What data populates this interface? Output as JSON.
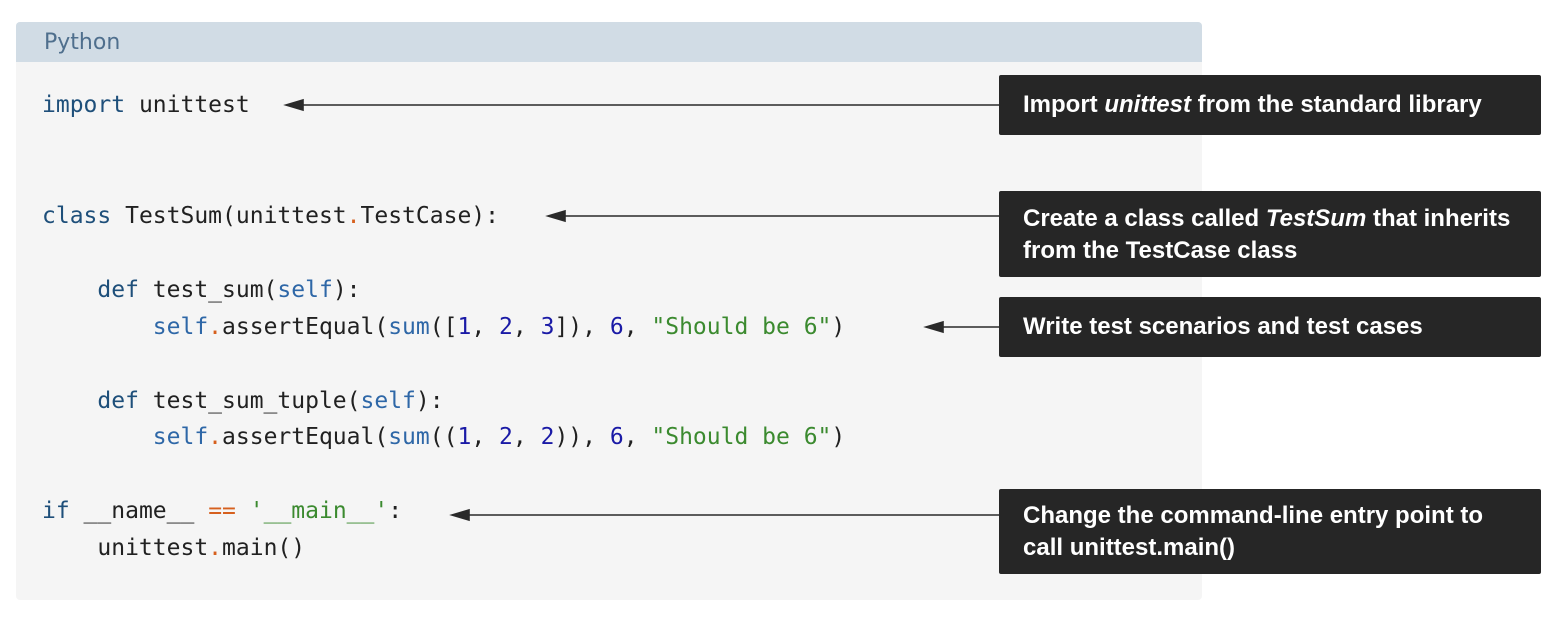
{
  "code_block": {
    "language_label": "Python",
    "lines": {
      "l1": {
        "import_kw": "import",
        "module": " unittest"
      },
      "l2": {
        "class_kw": "class",
        "name": " TestSum(unittest",
        "dot": ".",
        "base": "TestCase):"
      },
      "l3": {
        "indent": "    ",
        "def_kw": "def",
        "name": " test_sum(",
        "self": "self",
        "end": "):"
      },
      "l4": {
        "indent": "        ",
        "self": "self",
        "dot": ".",
        "call": "assertEqual(",
        "sum": "sum",
        "open": "([",
        "n1": "1",
        "c1": ", ",
        "n2": "2",
        "c2": ", ",
        "n3": "3",
        "close": "]), ",
        "n6": "6",
        "c3": ", ",
        "msg": "\"Should be 6\"",
        "end": ")"
      },
      "l5": {
        "indent": "    ",
        "def_kw": "def",
        "name": " test_sum_tuple(",
        "self": "self",
        "end": "):"
      },
      "l6": {
        "indent": "        ",
        "self": "self",
        "dot": ".",
        "call": "assertEqual(",
        "sum": "sum",
        "open": "((",
        "n1": "1",
        "c1": ", ",
        "n2": "2",
        "c2": ", ",
        "n3": "2",
        "close": ")), ",
        "n6": "6",
        "c3": ", ",
        "msg": "\"Should be 6\"",
        "end": ")"
      },
      "l7": {
        "if_kw": "if",
        "name": " __name__ ",
        "eq": "==",
        "sp": " ",
        "main_str": "'__main__'",
        "colon": ":"
      },
      "l8": {
        "indent": "    ",
        "mod": "unittest",
        "dot": ".",
        "call": "main()"
      }
    }
  },
  "callouts": {
    "import_before": "Import ",
    "import_em": "unittest",
    "import_after": " from the standard library",
    "class_before": "Create a class called ",
    "class_em": "TestSum",
    "class_after": " that inherits from the TestCase class",
    "tests": "Write test scenarios and test cases",
    "entry": "Change the command-line entry point to call unittest.main()"
  },
  "colors": {
    "keyword": "#1e4f7a",
    "builtin": "#2e67a7",
    "number": "#1a1aa6",
    "string": "#3b8a2f",
    "operator": "#d6601e",
    "callout_bg": "#262626",
    "panel_bg": "#f5f5f5",
    "header_bg": "#d1dce5"
  }
}
